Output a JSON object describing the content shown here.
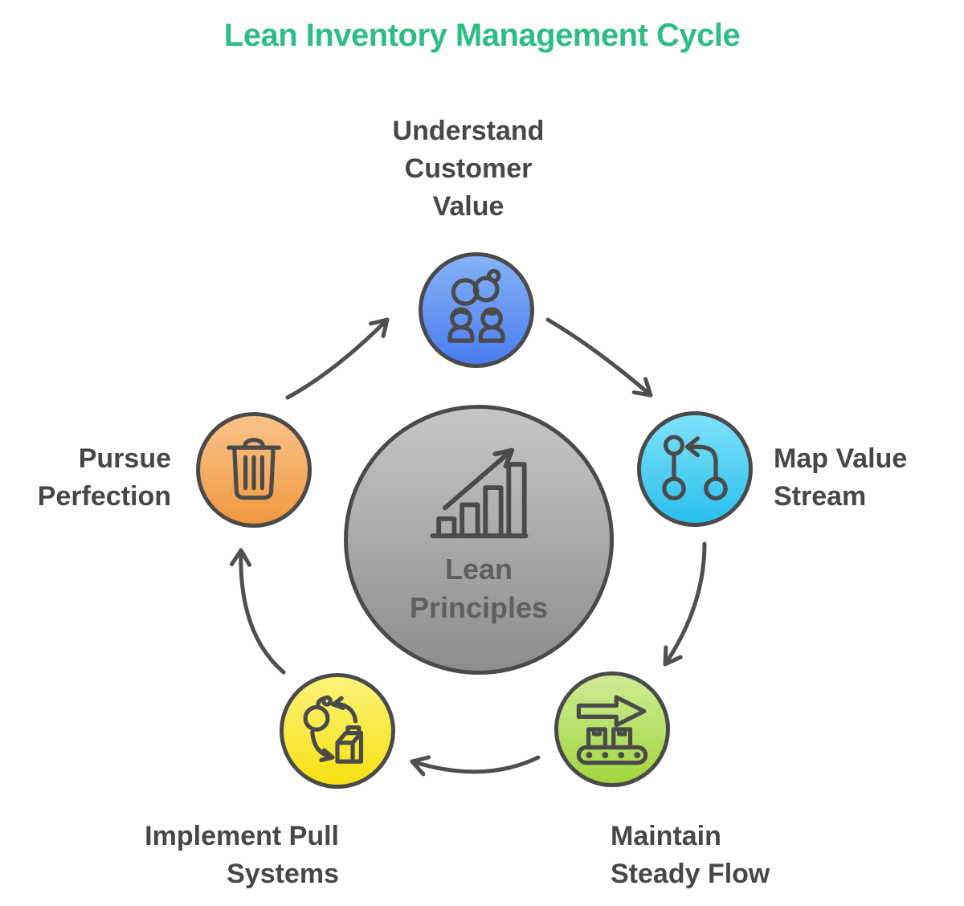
{
  "title": {
    "text": "Lean Inventory Management Cycle",
    "color": "#2ebd85"
  },
  "center": {
    "label": "Lean\nPrinciples",
    "icon": "growth-chart-icon",
    "colors": {
      "top": "#c6c6c6",
      "bottom": "#8d8d8d"
    },
    "text_color": "#5f5f5f"
  },
  "steps": [
    {
      "label": "Understand\nCustomer\nValue",
      "icon": "customers-icon",
      "colors": {
        "top": "#85b2f6",
        "bottom": "#4b7cf0"
      }
    },
    {
      "label": "Map Value\nStream",
      "icon": "value-stream-icon",
      "colors": {
        "top": "#7fe1f9",
        "bottom": "#29c0ee"
      }
    },
    {
      "label": "Maintain\nSteady Flow",
      "icon": "conveyor-icon",
      "colors": {
        "top": "#cdec93",
        "bottom": "#a1d63f"
      }
    },
    {
      "label": "Implement Pull\nSystems",
      "icon": "pull-system-icon",
      "colors": {
        "top": "#fdf37a",
        "bottom": "#f6e011"
      }
    },
    {
      "label": "Pursue\nPerfection",
      "icon": "trash-icon",
      "colors": {
        "top": "#f9c289",
        "bottom": "#f0993f"
      }
    }
  ],
  "theme": {
    "icon_stroke": "#4a4a4a",
    "arrow_color": "#4f4f4f",
    "label_color": "#474747",
    "circle_border": "#4a4a4a",
    "background": "#ffffff"
  }
}
